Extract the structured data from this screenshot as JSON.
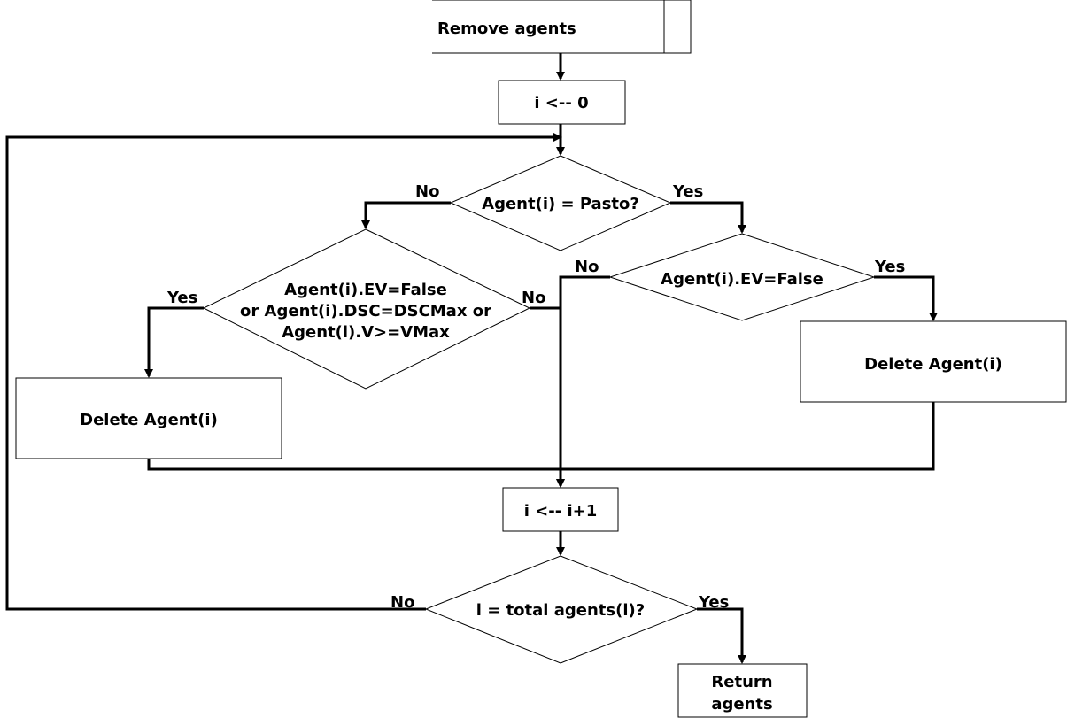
{
  "nodes": {
    "start": "Remove agents",
    "init": "i <-- 0",
    "pasto_decision": "Agent(i) = Pasto?",
    "left_decision": [
      "Agent(i).EV=False",
      "or Agent(i).DSC=DSCMax or",
      "Agent(i).V>=VMax"
    ],
    "right_decision": "Agent(i).EV=False",
    "delete_left": "Delete Agent(i)",
    "delete_right": "Delete Agent(i)",
    "increment": "i <-- i+1",
    "end_decision": "i = total agents(i)?",
    "return": [
      "Return",
      "agents"
    ]
  },
  "edge_labels": {
    "pasto_no": "No",
    "pasto_yes": "Yes",
    "left_yes": "Yes",
    "left_no": "No",
    "right_no": "No",
    "right_yes": "Yes",
    "end_no": "No",
    "end_yes": "Yes"
  }
}
